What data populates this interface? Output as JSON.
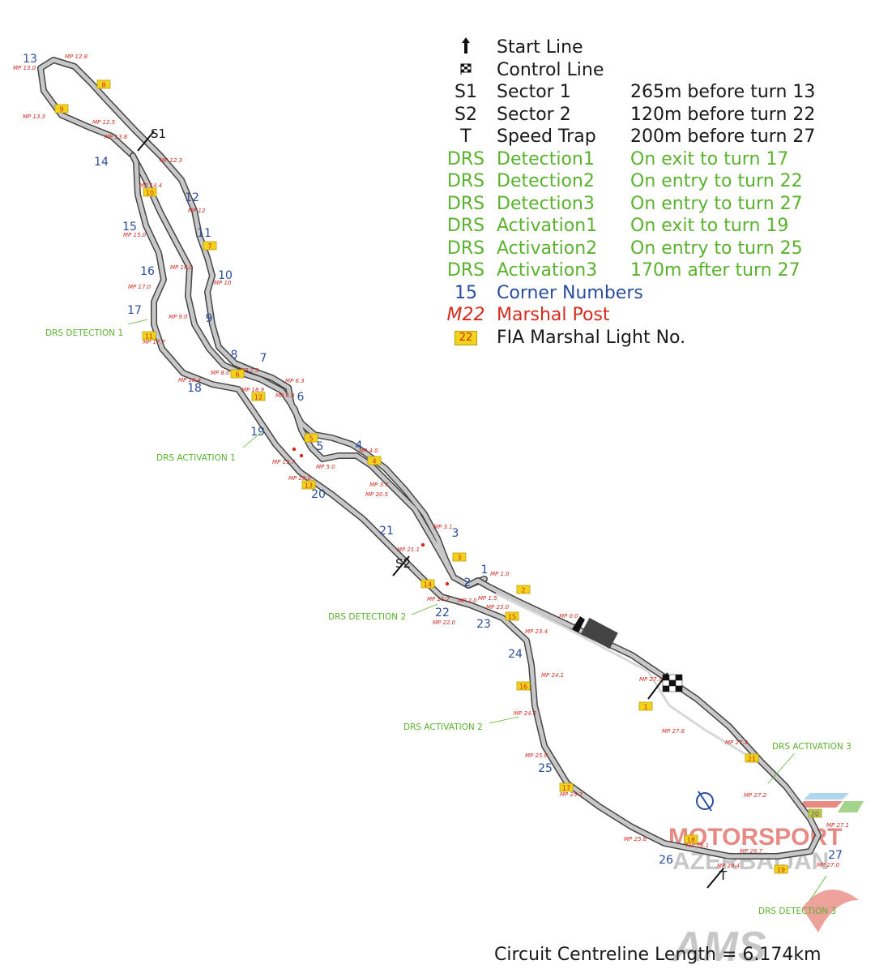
{
  "legend": [
    {
      "symbol": "",
      "symbol_icon": "start-line-icon",
      "name": "Start Line",
      "desc": "",
      "color": "black"
    },
    {
      "symbol": "",
      "symbol_icon": "chequered-flag-icon",
      "name": "Control Line",
      "desc": "",
      "color": "black"
    },
    {
      "symbol": "S1",
      "name": "Sector 1",
      "desc": "265m before turn 13",
      "color": "black"
    },
    {
      "symbol": "S2",
      "name": "Sector 2",
      "desc": "120m before turn 22",
      "color": "black"
    },
    {
      "symbol": "T",
      "name": "Speed Trap",
      "desc": "200m before turn 27",
      "color": "black"
    },
    {
      "symbol": "DRS",
      "name": "Detection1",
      "desc": "On exit to turn 17",
      "color": "green"
    },
    {
      "symbol": "DRS",
      "name": "Detection2",
      "desc": "On entry to turn 22",
      "color": "green"
    },
    {
      "symbol": "DRS",
      "name": "Detection3",
      "desc": "On entry to turn 27",
      "color": "green"
    },
    {
      "symbol": "DRS",
      "name": "Activation1",
      "desc": "On exit to turn 19",
      "color": "green"
    },
    {
      "symbol": "DRS",
      "name": "Activation2",
      "desc": "On entry to turn 25",
      "color": "green"
    },
    {
      "symbol": "DRS",
      "name": "Activation3",
      "desc": "170m after turn 27",
      "color": "green"
    },
    {
      "symbol": "15",
      "name": "Corner Numbers",
      "desc": "",
      "color": "blue"
    },
    {
      "symbol": "M22",
      "name": "Marshal Post",
      "desc": "",
      "color": "red"
    },
    {
      "symbol": "22",
      "symbol_icon": "marshal-light-box-icon",
      "name": "FIA Marshal Light No.",
      "desc": "",
      "color": "black"
    }
  ],
  "colors": {
    "corner": "#2b4d9b",
    "marshal": "#d52b1e",
    "drs": "#5ab22e",
    "light_fill": "#f3d21a",
    "track": "#c8c8c8",
    "track_edge": "#444444"
  },
  "corners": [
    "1",
    "2",
    "3",
    "4",
    "5",
    "6",
    "7",
    "8",
    "9",
    "10",
    "11",
    "12",
    "13",
    "14",
    "15",
    "16",
    "17",
    "18",
    "19",
    "20",
    "21",
    "22",
    "23",
    "24",
    "25",
    "26",
    "27"
  ],
  "marshal_posts": [
    "MP 0.0",
    "MP 1.0",
    "MP 1.5",
    "MP 2.0",
    "MP 3.1",
    "MP 3.7",
    "MP 4.0",
    "MP 5.0",
    "MP 6.0",
    "MP 6.3",
    "MP 7.3",
    "MP 8.0",
    "MP 9.0",
    "MP 10",
    "MP 12",
    "MP 12.3",
    "MP 12.5",
    "MP 12.8",
    "MP 13.0",
    "MP 13.3",
    "MP 13.8",
    "MP 14.4",
    "MP 15.0",
    "MP 16.0",
    "MP 17.0",
    "MP 17.7",
    "MP 18.4",
    "MP 18.9",
    "MP 19.7",
    "MP 20.0",
    "MP 20.5",
    "MP 21.1",
    "MP 21.7",
    "MP 22.0",
    "MP 23.0",
    "MP 23.4",
    "MP 24.1",
    "MP 24.5",
    "MP 25.0",
    "MP 25.2",
    "MP 25.8",
    "MP 26.1",
    "MP 26.4",
    "MP 26.7",
    "MP 27.0",
    "MP 27.1",
    "MP 27.2",
    "MP 27.4",
    "MP 27.6",
    "MP 27.7"
  ],
  "lights": [
    "1",
    "2",
    "3",
    "4",
    "5",
    "6",
    "7",
    "8",
    "9",
    "10",
    "11",
    "12",
    "13",
    "14",
    "15",
    "16",
    "17",
    "18",
    "19",
    "20",
    "21"
  ],
  "sector_labels": [
    "S1",
    "S2",
    "T"
  ],
  "drs_labels": [
    "DRS DETECTION 1",
    "DRS ACTIVATION 1",
    "DRS DETECTION 2",
    "DRS ACTIVATION 2",
    "DRS ACTIVATION 3",
    "DRS DETECTION 3"
  ],
  "watermark": {
    "line1": "MOTORSPORT",
    "line2": "AZERBAIJAN",
    "line3": "AMS"
  },
  "footer": "Circuit Centreline Length = 6.174km"
}
